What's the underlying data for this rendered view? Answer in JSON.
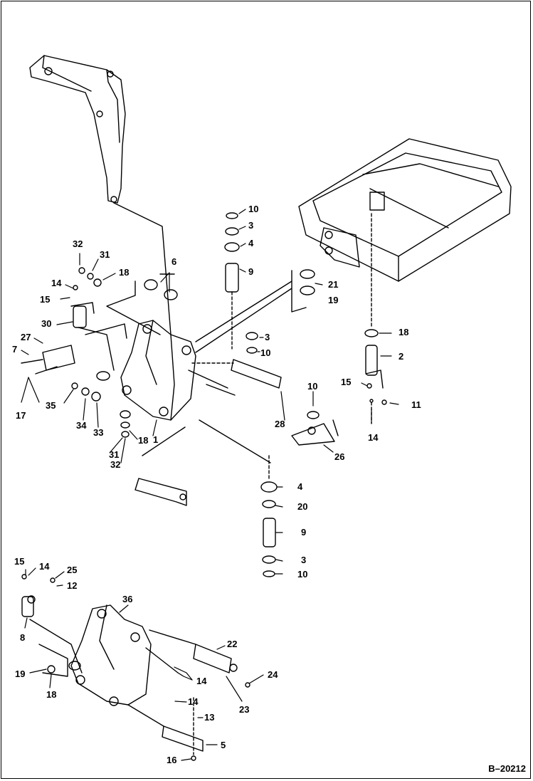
{
  "diagram": {
    "drawing_code": "B–20212",
    "callouts": {
      "p10a": "10",
      "p3a": "3",
      "p4a": "4",
      "p9a": "9",
      "p6": "6",
      "p32a": "32",
      "p31a": "31",
      "p18a": "18",
      "p14a": "14",
      "p15a": "15",
      "p30": "30",
      "p21": "21",
      "p19a": "19",
      "p3b": "3",
      "p10b": "10",
      "p27": "27",
      "p7": "7",
      "p17": "17",
      "p35": "35",
      "p34": "34",
      "p33": "33",
      "p31b": "31",
      "p18b": "18",
      "p1": "1",
      "p32b": "32",
      "p28": "28",
      "p10c": "10",
      "p26": "26",
      "p18c": "18",
      "p2": "2",
      "p15b": "15",
      "p11": "11",
      "p14b": "14",
      "p4b": "4",
      "p20": "20",
      "p9b": "9",
      "p3c": "3",
      "p10d": "10",
      "p15c": "15",
      "p14c": "14",
      "p25": "25",
      "p12": "12",
      "p8": "8",
      "p36": "36",
      "p22": "22",
      "p19b": "19",
      "p18d": "18",
      "p14d": "14",
      "p24": "24",
      "p23": "23",
      "p14e": "14",
      "p13": "13",
      "p5": "5",
      "p16": "16"
    }
  }
}
